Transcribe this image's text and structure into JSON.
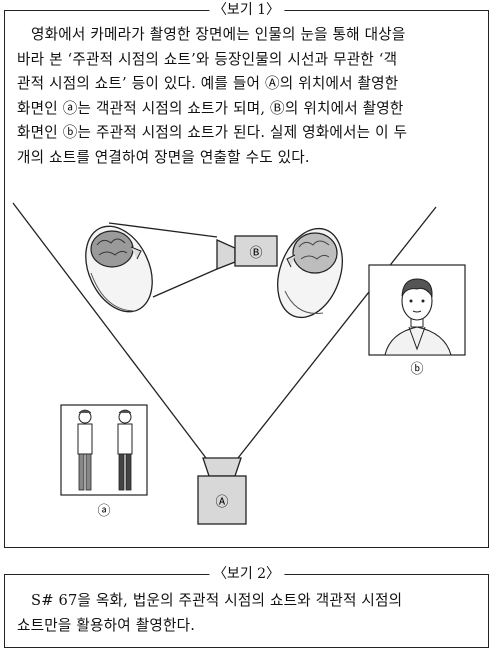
{
  "box1": {
    "title": "〈보기 1〉",
    "lines": [
      "영화에서 카메라가 촬영한 장면에는 인물의 눈을 통해 대상을",
      "바라 본 ‘주관적 시점의 쇼트’와 등장인물의 시선과 무관한 ‘객",
      "관적 시점의 쇼트’ 등이 있다. 예를 들어 Ⓐ의 위치에서 촬영한",
      "화면인 ⓐ는 객관적 시점의 쇼트가 되며, Ⓑ의 위치에서 촬영한",
      "화면인 ⓑ는 주관적 시점의 쇼트가 된다. 실제 영화에서는 이 두",
      "개의 쇼트를 연결하여 장면을 연출할 수도 있다."
    ],
    "camera_a_label": "Ⓐ",
    "camera_b_label": "Ⓑ",
    "frame_a_label": "ⓐ",
    "frame_b_label": "ⓑ"
  },
  "box2": {
    "title": "〈보기 2〉",
    "lines": [
      "S# 67을 옥화, 법운의 주관적 시점의 쇼트와 객관적 시점의",
      "쇼트만을 활용하여 촬영한다."
    ]
  }
}
